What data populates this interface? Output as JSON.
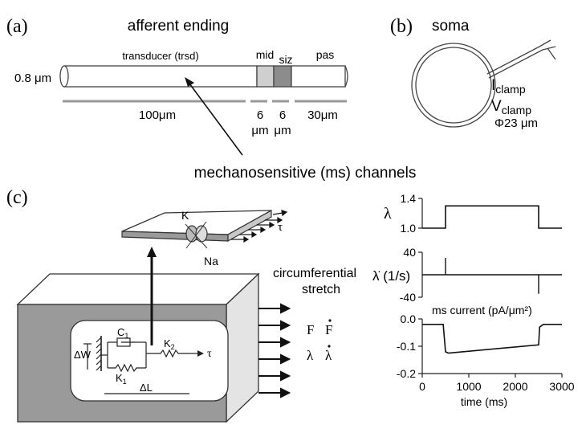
{
  "panel_a": {
    "label": "(a)",
    "title": "afferent ending",
    "diameter": "0.8 μm",
    "trsd_label": "transducer (trsd)",
    "mid_label": "mid",
    "siz_label": "siz",
    "pas_label": "pas",
    "len_trsd": "100μm",
    "len_mid_top": "6",
    "len_mid_bottom": "μm",
    "len_siz_top": "6",
    "len_siz_bottom": "μm",
    "len_pas": "30μm",
    "ms_channels": "mechanosensitive (ms) channels"
  },
  "panel_b": {
    "label": "(b)",
    "title": "soma",
    "iclamp_main": "I",
    "iclamp_sub": "clamp",
    "vclamp_main": "V",
    "vclamp_sub": "clamp",
    "soma_diameter": "Φ23 μm"
  },
  "panel_c": {
    "label": "(c)",
    "k_label": "K",
    "na_label": "Na",
    "tau_top": "τ",
    "circ_line1": "circumferential",
    "circ_line2": "stretch",
    "c1_main": "C",
    "c1_sub": "1",
    "k2_main": "K",
    "k2_sub": "2",
    "k1_main": "K",
    "k1_sub": "1",
    "tau_model": "τ",
    "delta_w": "ΔW",
    "delta_l": "ΔL",
    "f_label": "F",
    "fdot_label": "F",
    "lambda_label": "λ",
    "lambdadot_label": "λ"
  },
  "chart_data": [
    {
      "type": "line",
      "ylabel": "λ",
      "yticks": [
        "1.4",
        "1.0"
      ],
      "ylim": [
        1.0,
        1.4
      ],
      "xlim": [
        0,
        3000
      ],
      "series": [
        {
          "x": [
            0,
            500,
            500,
            2500,
            2500,
            3000
          ],
          "y": [
            1.0,
            1.0,
            1.3,
            1.3,
            1.0,
            1.0
          ]
        }
      ]
    },
    {
      "type": "line",
      "ylabel": "λ̇ (1/s)",
      "yticks": [
        "40",
        "-40"
      ],
      "ylim": [
        -40,
        40
      ],
      "xlim": [
        0,
        3000
      ],
      "series": [
        {
          "x": [
            0,
            500,
            500,
            500,
            2500,
            2500,
            2500,
            3000
          ],
          "y": [
            0,
            0,
            30,
            0,
            0,
            -34,
            0,
            0
          ]
        }
      ]
    },
    {
      "type": "line",
      "title": "ms current (pA/μm²)",
      "yticks": [
        "0.0",
        "-0.1",
        "-0.2"
      ],
      "xticks": [
        "0",
        "1000",
        "2000",
        "3000"
      ],
      "xlabel": "time (ms)",
      "ylim": [
        -0.2,
        0.0
      ],
      "xlim": [
        0,
        3000
      ],
      "series": [
        {
          "x": [
            0,
            450,
            500,
            560,
            2500,
            2520,
            2600,
            2700,
            3000
          ],
          "y": [
            -0.02,
            -0.02,
            -0.12,
            -0.125,
            -0.095,
            -0.03,
            -0.02,
            -0.02,
            -0.02
          ]
        }
      ]
    }
  ]
}
